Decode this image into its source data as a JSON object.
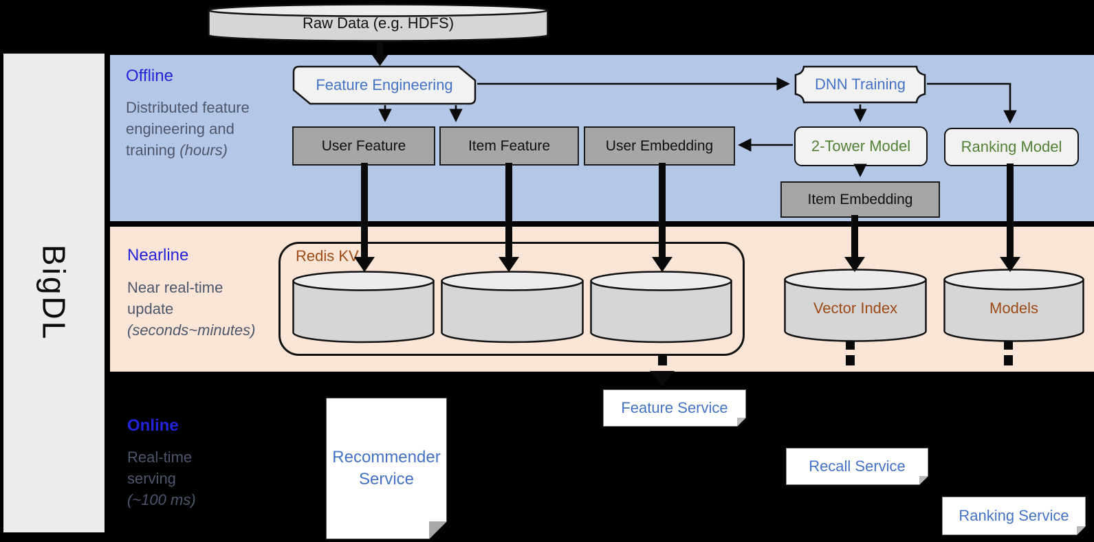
{
  "brand": "BigDL",
  "raw_data": "Raw Data (e.g. HDFS)",
  "sections": {
    "offline": {
      "title": "Offline",
      "desc": "Distributed feature engineering and training ",
      "desc_em": "(hours)"
    },
    "nearline": {
      "title": "Nearline",
      "desc": "Near real-time update ",
      "desc_em": "(seconds~minutes)"
    },
    "online": {
      "title": "Online",
      "desc": "Real-time serving ",
      "desc_em": "(~100 ms)"
    }
  },
  "nodes": {
    "feature_engineering": "Feature Engineering",
    "dnn_training": "DNN Training",
    "user_feature": "User Feature",
    "item_feature": "Item Feature",
    "user_embedding": "User Embedding",
    "two_tower_model": "2-Tower Model",
    "ranking_model": "Ranking Model",
    "item_embedding": "Item Embedding",
    "redis_kv": "Redis KV",
    "vector_index": "Vector Index",
    "models": "Models",
    "recommender_service": "Recommender Service",
    "feature_service": "Feature Service",
    "recall_service": "Recall Service",
    "ranking_service": "Ranking Service"
  },
  "colors": {
    "bg": "#000000",
    "sidebar-bg": "#ececec",
    "band-offline": "#b4c7e7",
    "band-nearline": "#fbe5d6",
    "heading-blue": "#2323d9",
    "desc-gray": "#4d566b",
    "node-blue": "#4472c4",
    "node-green": "#538135",
    "node-brown": "#9c4a16",
    "gray-box": "#a6a6a6",
    "light-fill": "#f2f2f2",
    "cylinder-fill": "#d6d6d6",
    "cylinder-top": "#ececec",
    "service-bg": "#ffffff"
  }
}
